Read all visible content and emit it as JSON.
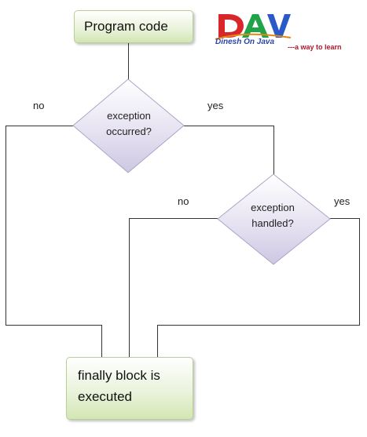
{
  "diagram": {
    "start_box": "Program code",
    "decision_exception": [
      "exception",
      "occurred?"
    ],
    "decision_handled": [
      "exception",
      "handled?"
    ],
    "end_box": [
      "finally block is",
      "executed"
    ],
    "labels": {
      "occurred_no": "no",
      "occurred_yes": "yes",
      "handled_no": "no",
      "handled_yes": "yes"
    }
  },
  "logo": {
    "mark": "DAV",
    "name": "Dinesh On Java",
    "tagline": "---a way to learn",
    "colors": [
      "#d8262b",
      "#22a34a",
      "#2b5ac8",
      "#e08a16"
    ]
  },
  "colors": {
    "box_fill": "#e3efd0",
    "box_border": "#b9cf95",
    "diamond_fill": "#dcd8ec",
    "diamond_border": "#aaa4c8",
    "line": "#333333"
  }
}
